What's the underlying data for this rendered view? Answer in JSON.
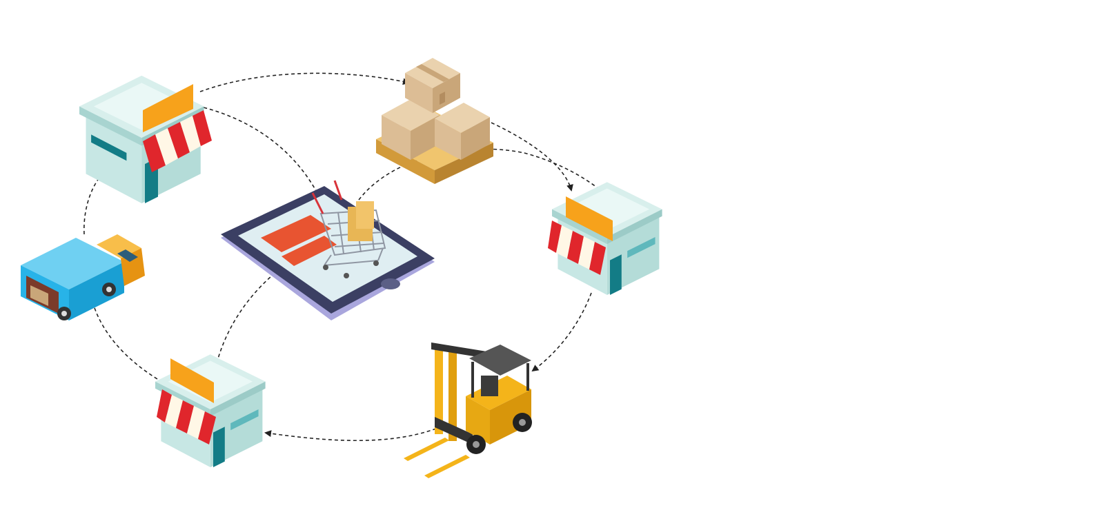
{
  "diagram": {
    "nodes": [
      {
        "id": "store-top-left",
        "kind": "store",
        "icon": "store-icon"
      },
      {
        "id": "boxes-pallet",
        "kind": "warehouse-stock",
        "icon": "boxes-pallet-icon"
      },
      {
        "id": "store-right",
        "kind": "store",
        "icon": "store-icon"
      },
      {
        "id": "forklift",
        "kind": "forklift",
        "icon": "forklift-icon"
      },
      {
        "id": "store-bottom",
        "kind": "store",
        "icon": "store-icon"
      },
      {
        "id": "truck",
        "kind": "delivery-truck",
        "icon": "truck-icon"
      },
      {
        "id": "phone-cart",
        "kind": "online-shop",
        "icon": "smartphone-cart-icon"
      }
    ],
    "edges": [
      {
        "from": "store-top-left",
        "to": "boxes-pallet",
        "style": "dashed"
      },
      {
        "from": "boxes-pallet",
        "to": "store-right",
        "style": "dashed"
      },
      {
        "from": "store-right",
        "to": "forklift",
        "style": "dashed"
      },
      {
        "from": "forklift",
        "to": "store-bottom",
        "style": "dashed"
      },
      {
        "from": "store-bottom",
        "to": "truck",
        "style": "dashed"
      },
      {
        "from": "truck",
        "to": "store-top-left",
        "style": "dashed"
      },
      {
        "from": "phone-cart",
        "to": "store-top-left",
        "style": "dashed"
      },
      {
        "from": "phone-cart",
        "to": "store-right",
        "style": "dashed"
      },
      {
        "from": "phone-cart",
        "to": "store-bottom",
        "style": "dashed"
      }
    ],
    "colors": {
      "store_wall": "#c6e6e4",
      "store_roof": "#e2f4f2",
      "awning_red": "#e0262c",
      "sign_orange": "#f7a21b",
      "door_teal": "#137c86",
      "box": "#dcbd95",
      "pallet": "#e6b55a",
      "truck_blue": "#28b3e8",
      "truck_cab": "#f5a623",
      "forklift_yellow": "#f4b41a",
      "phone_frame": "#3b3f63",
      "phone_screen": "#dfeef2",
      "banner_orange": "#e85431",
      "arrow": "#222222"
    }
  }
}
